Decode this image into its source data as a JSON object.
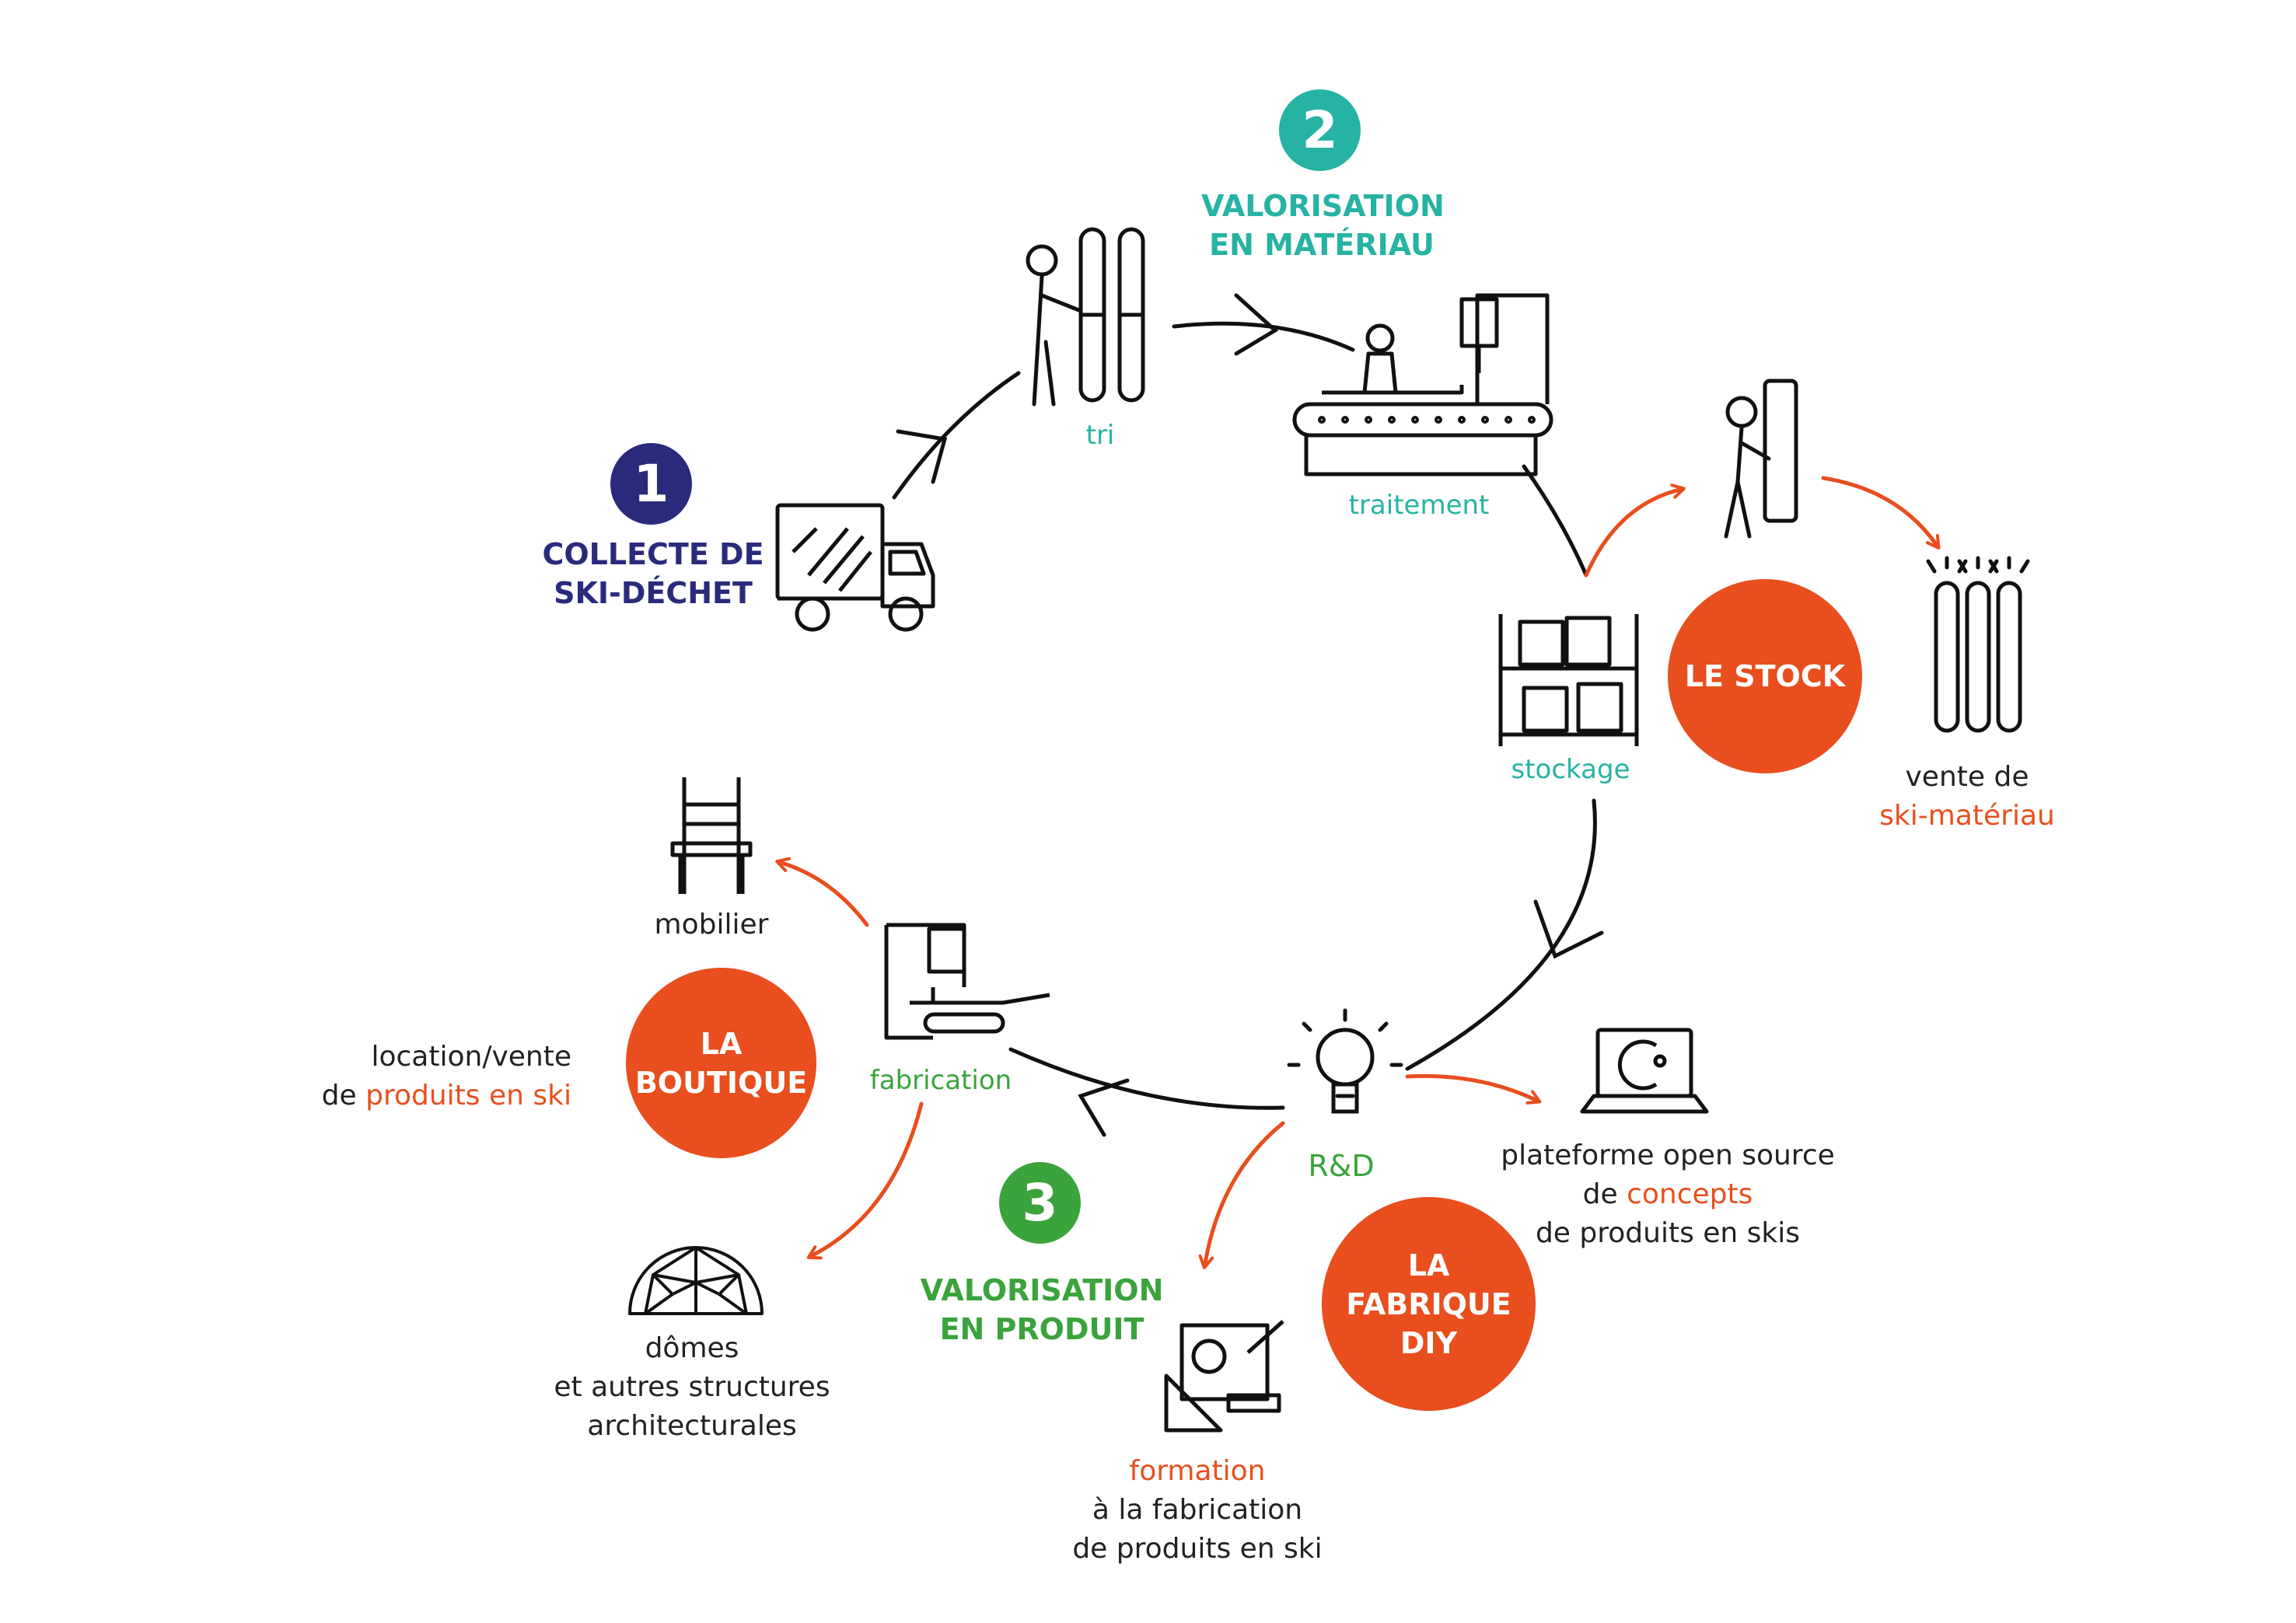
{
  "colors": {
    "teal": "#26b3a3",
    "navy": "#2a2a7c",
    "green": "#3aa33b",
    "orange": "#e84e1e",
    "line": "#111111"
  },
  "steps": {
    "one": {
      "number": "1",
      "line1": "COLLECTE DE",
      "line2": "SKI-DÉCHET"
    },
    "two": {
      "number": "2",
      "line1": "VALORISATION",
      "line2": "EN MATÉRIAU"
    },
    "three": {
      "number": "3",
      "line1": "VALORISATION",
      "line2": "EN PRODUIT"
    }
  },
  "stages": {
    "tri": "tri",
    "traitement": "traitement",
    "stockage": "stockage",
    "fabrication": "fabrication",
    "rd": "R&D"
  },
  "hubs": {
    "stock": "LE STOCK",
    "boutique": {
      "line1": "LA",
      "line2": "BOUTIQUE"
    },
    "fabrique": {
      "line1": "LA FABRIQUE",
      "line2": "DIY"
    }
  },
  "outputs": {
    "vente": {
      "line1": "vente de",
      "line2": "ski-matériau"
    },
    "mobilier": "mobilier",
    "location": {
      "line1": "location/vente",
      "line2_prefix": "de ",
      "line2_highlight": "produits en ski"
    },
    "domes": {
      "line1": "dômes",
      "line2": "et autres structures",
      "line3": "architecturales"
    },
    "formation": {
      "line1": "formation",
      "line2": "à la fabrication",
      "line3": "de produits en ski"
    },
    "plateforme": {
      "line1": "plateforme open source",
      "line2_prefix": "de ",
      "line2_highlight": "concepts",
      "line3": "de produits en skis"
    }
  },
  "icons": [
    "truck-icon",
    "person-skis-icon",
    "conveyor-machine-icon",
    "person-carrying-icon",
    "shelving-icon",
    "skis-material-icon",
    "chair-icon",
    "cnc-machine-icon",
    "lightbulb-icon",
    "laptop-icon",
    "dome-icon",
    "design-tools-icon"
  ]
}
